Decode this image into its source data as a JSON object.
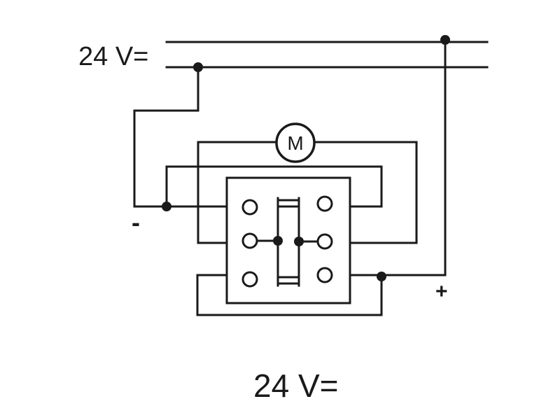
{
  "diagram": {
    "supply_label": "24 V=",
    "motor_label": "M",
    "negative_label": "-",
    "positive_label": "+",
    "caption": "24 V="
  },
  "colors": {
    "line": "#1a1a1a",
    "background": "#ffffff"
  }
}
